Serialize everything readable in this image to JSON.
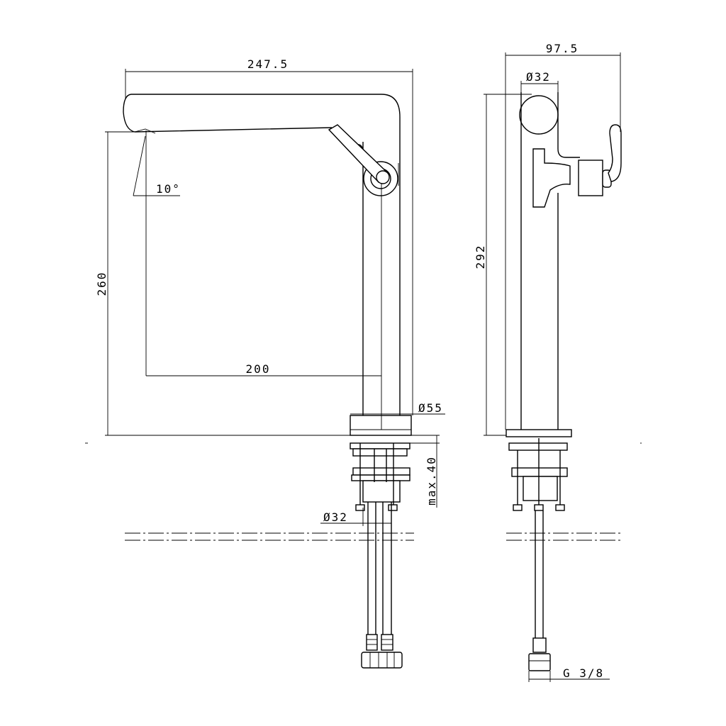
{
  "drawing": {
    "front_view": {
      "overall_width": "247.5",
      "spout_height": "260",
      "spout_reach": "200",
      "spout_angle": "10°",
      "body_diameter": "Ø55",
      "deck_thickness": "max.40",
      "shank_diameter": "Ø32"
    },
    "side_view": {
      "overall_depth": "97.5",
      "spout_diameter": "Ø32",
      "overall_height": "292",
      "connection_thread": "G 3/8"
    }
  }
}
